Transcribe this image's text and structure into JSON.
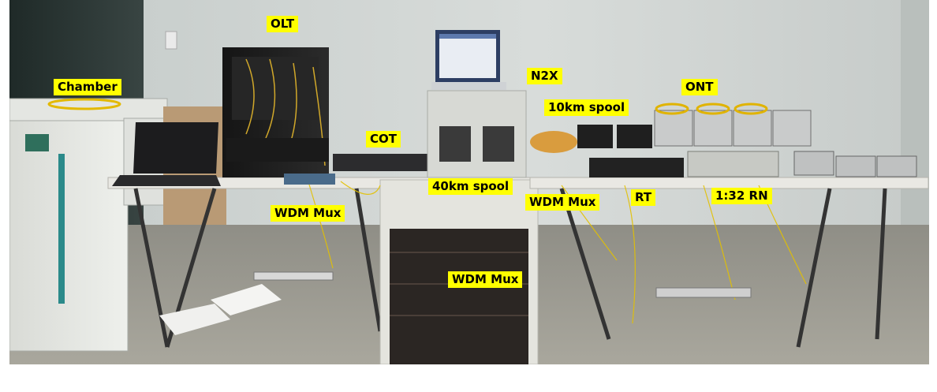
{
  "labels": {
    "olt": "OLT",
    "chamber": "Chamber",
    "n2x": "N2X",
    "ont": "ONT",
    "spool_10km": "10km spool",
    "cot": "COT",
    "spool_40km": "40km spool",
    "wdm_mux_left": "WDM Mux",
    "wdm_mux_center": "WDM Mux",
    "wdm_mux_right": "WDM Mux",
    "rt": "RT",
    "rn_1_32": "1:32 RN"
  }
}
